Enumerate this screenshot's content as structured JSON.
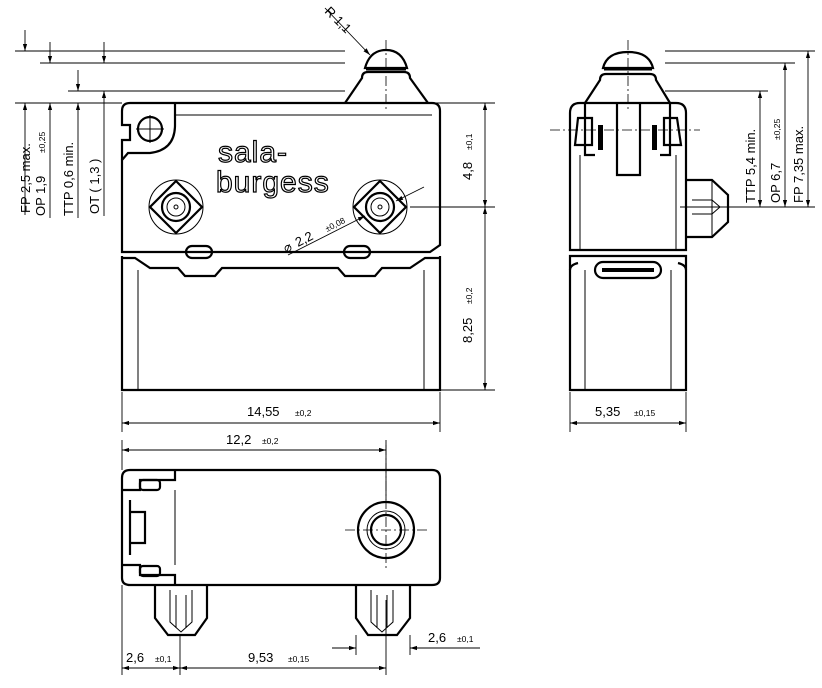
{
  "brand": {
    "line1": "sala-",
    "line2": "burgess"
  },
  "front_view": {
    "radius": "R 1,1",
    "fp": {
      "label": "FP  2,5  max."
    },
    "op": {
      "label": "OP  1,9",
      "tol": "±0,25"
    },
    "ttp": {
      "label": "TTP  0,6 min."
    },
    "ot": {
      "label": "OT ( 1,3 )"
    },
    "hole_dia": {
      "label": "2,2",
      "tol": "±0,08",
      "symbol": "⌀"
    },
    "h_upper": {
      "label": "4,8",
      "tol": "±0,1"
    },
    "h_lower": {
      "label": "8,25",
      "tol": "±0,2"
    },
    "width": {
      "label": "14,55",
      "tol": "±0,2"
    }
  },
  "side_view": {
    "ttp": {
      "label": "TTP  5,4  min."
    },
    "op": {
      "label": "OP  6,7",
      "tol": "±0,25"
    },
    "fp": {
      "label": "FP  7,35  max."
    },
    "width": {
      "label": "5,35",
      "tol": "±0,15"
    }
  },
  "bottom_view": {
    "length": {
      "label": "12,2",
      "tol": "±0,2"
    },
    "left_offset": {
      "label": "2,6",
      "tol": "±0,1"
    },
    "pitch": {
      "label": "9,53",
      "tol": "±0,15"
    },
    "terminal": {
      "label": "2,6",
      "tol": "±0,1"
    }
  }
}
